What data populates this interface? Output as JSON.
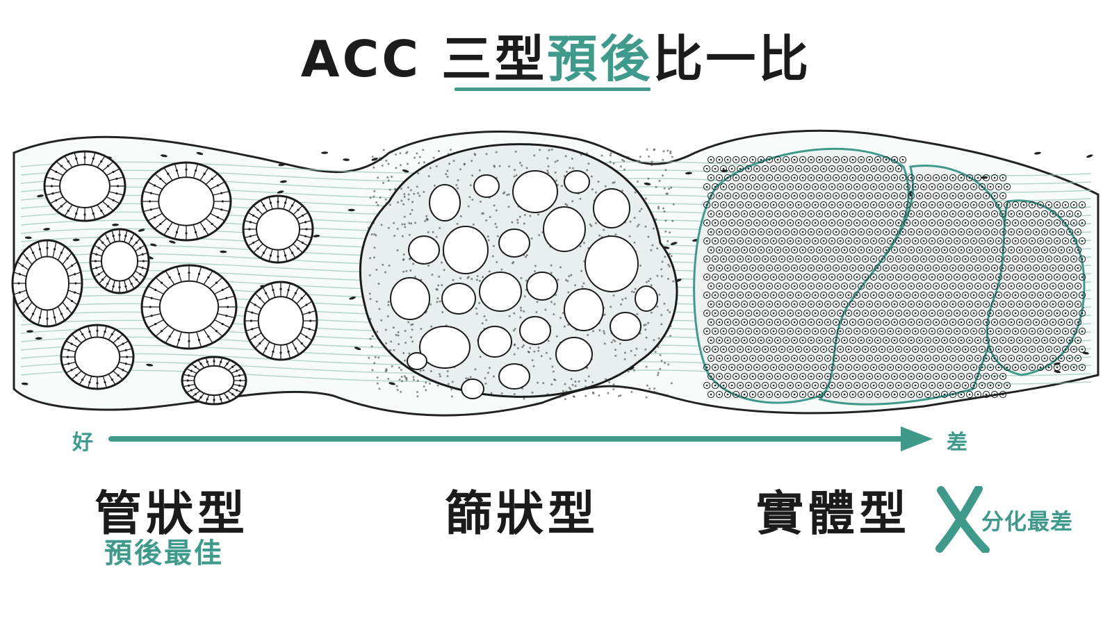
{
  "title": {
    "part1": "ACC 三型",
    "accent": "預後",
    "part2": "比一比"
  },
  "axis": {
    "start_label": "好",
    "end_label": "差"
  },
  "types": {
    "tubular": {
      "name": "管狀型",
      "note": "預後最佳"
    },
    "cribriform": {
      "name": "篩狀型"
    },
    "solid": {
      "name": "實體型",
      "note": "分化最差"
    }
  },
  "colors": {
    "accent": "#3f9a8c",
    "ink": "#1b1b1b"
  },
  "icons": {
    "solid_marker": "x-mark-icon",
    "axis_arrow": "arrow-right-icon"
  }
}
